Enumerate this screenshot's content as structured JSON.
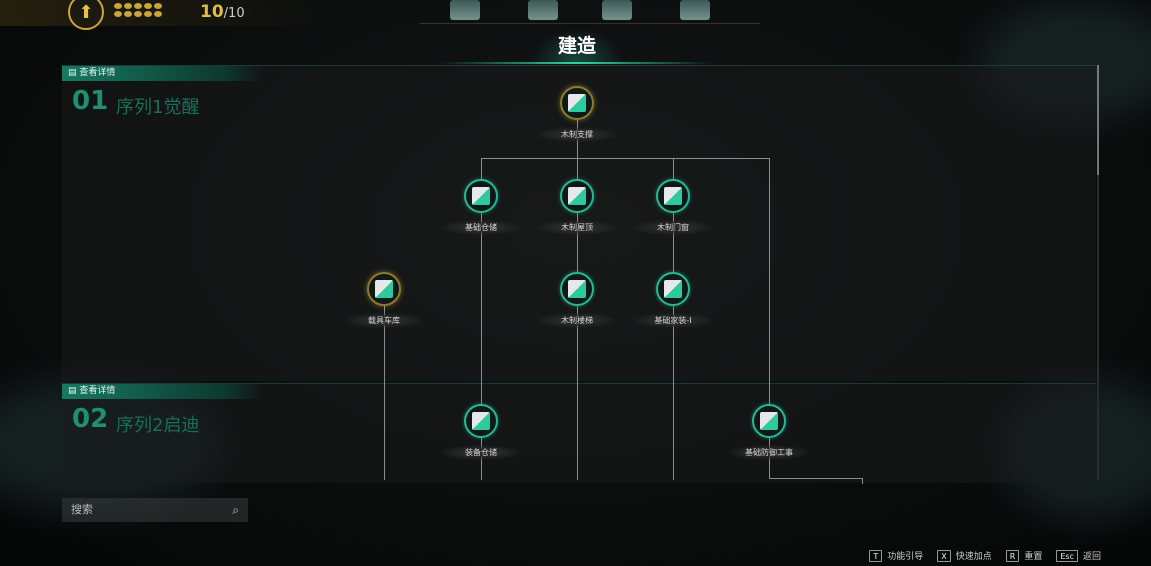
{
  "header": {
    "level_icon": "arrow-up-icon",
    "points_current": "10",
    "points_total": "/10",
    "tab_title": "建造",
    "tabs": [
      {
        "icon": "creature-icon"
      },
      {
        "icon": "workbench-icon"
      },
      {
        "icon": "plant-icon"
      },
      {
        "icon": "building-icon"
      }
    ]
  },
  "sections": [
    {
      "detail_label": "查看详情",
      "number": "01",
      "name": "序列1觉醒"
    },
    {
      "detail_label": "查看详情",
      "number": "02",
      "name": "序列2启迪"
    }
  ],
  "nodes": [
    {
      "label": "木制支撑",
      "icon": "wood-support-icon",
      "state": "highlight"
    },
    {
      "label": "基础仓储",
      "icon": "storage-icon",
      "state": "normal"
    },
    {
      "label": "木制屋顶",
      "icon": "roof-icon",
      "state": "normal"
    },
    {
      "label": "木制门窗",
      "icon": "door-window-icon",
      "state": "normal"
    },
    {
      "label": "载具车库",
      "icon": "garage-icon",
      "state": "highlight"
    },
    {
      "label": "木制楼梯",
      "icon": "stairs-icon",
      "state": "normal"
    },
    {
      "label": "基础家装-I",
      "icon": "furniture-icon",
      "state": "normal"
    },
    {
      "label": "装备仓储",
      "icon": "equipment-storage-icon",
      "state": "normal"
    },
    {
      "label": "基础防御工事",
      "icon": "defense-tower-icon",
      "state": "normal"
    }
  ],
  "search": {
    "placeholder": "搜索"
  },
  "hints": [
    {
      "key": "T",
      "label": "功能引导"
    },
    {
      "key": "X",
      "label": "快速加点"
    },
    {
      "key": "R",
      "label": "重置"
    },
    {
      "key": "Esc",
      "label": "返回"
    }
  ],
  "colors": {
    "accent": "#26b894",
    "gold": "#e1bc4b"
  }
}
